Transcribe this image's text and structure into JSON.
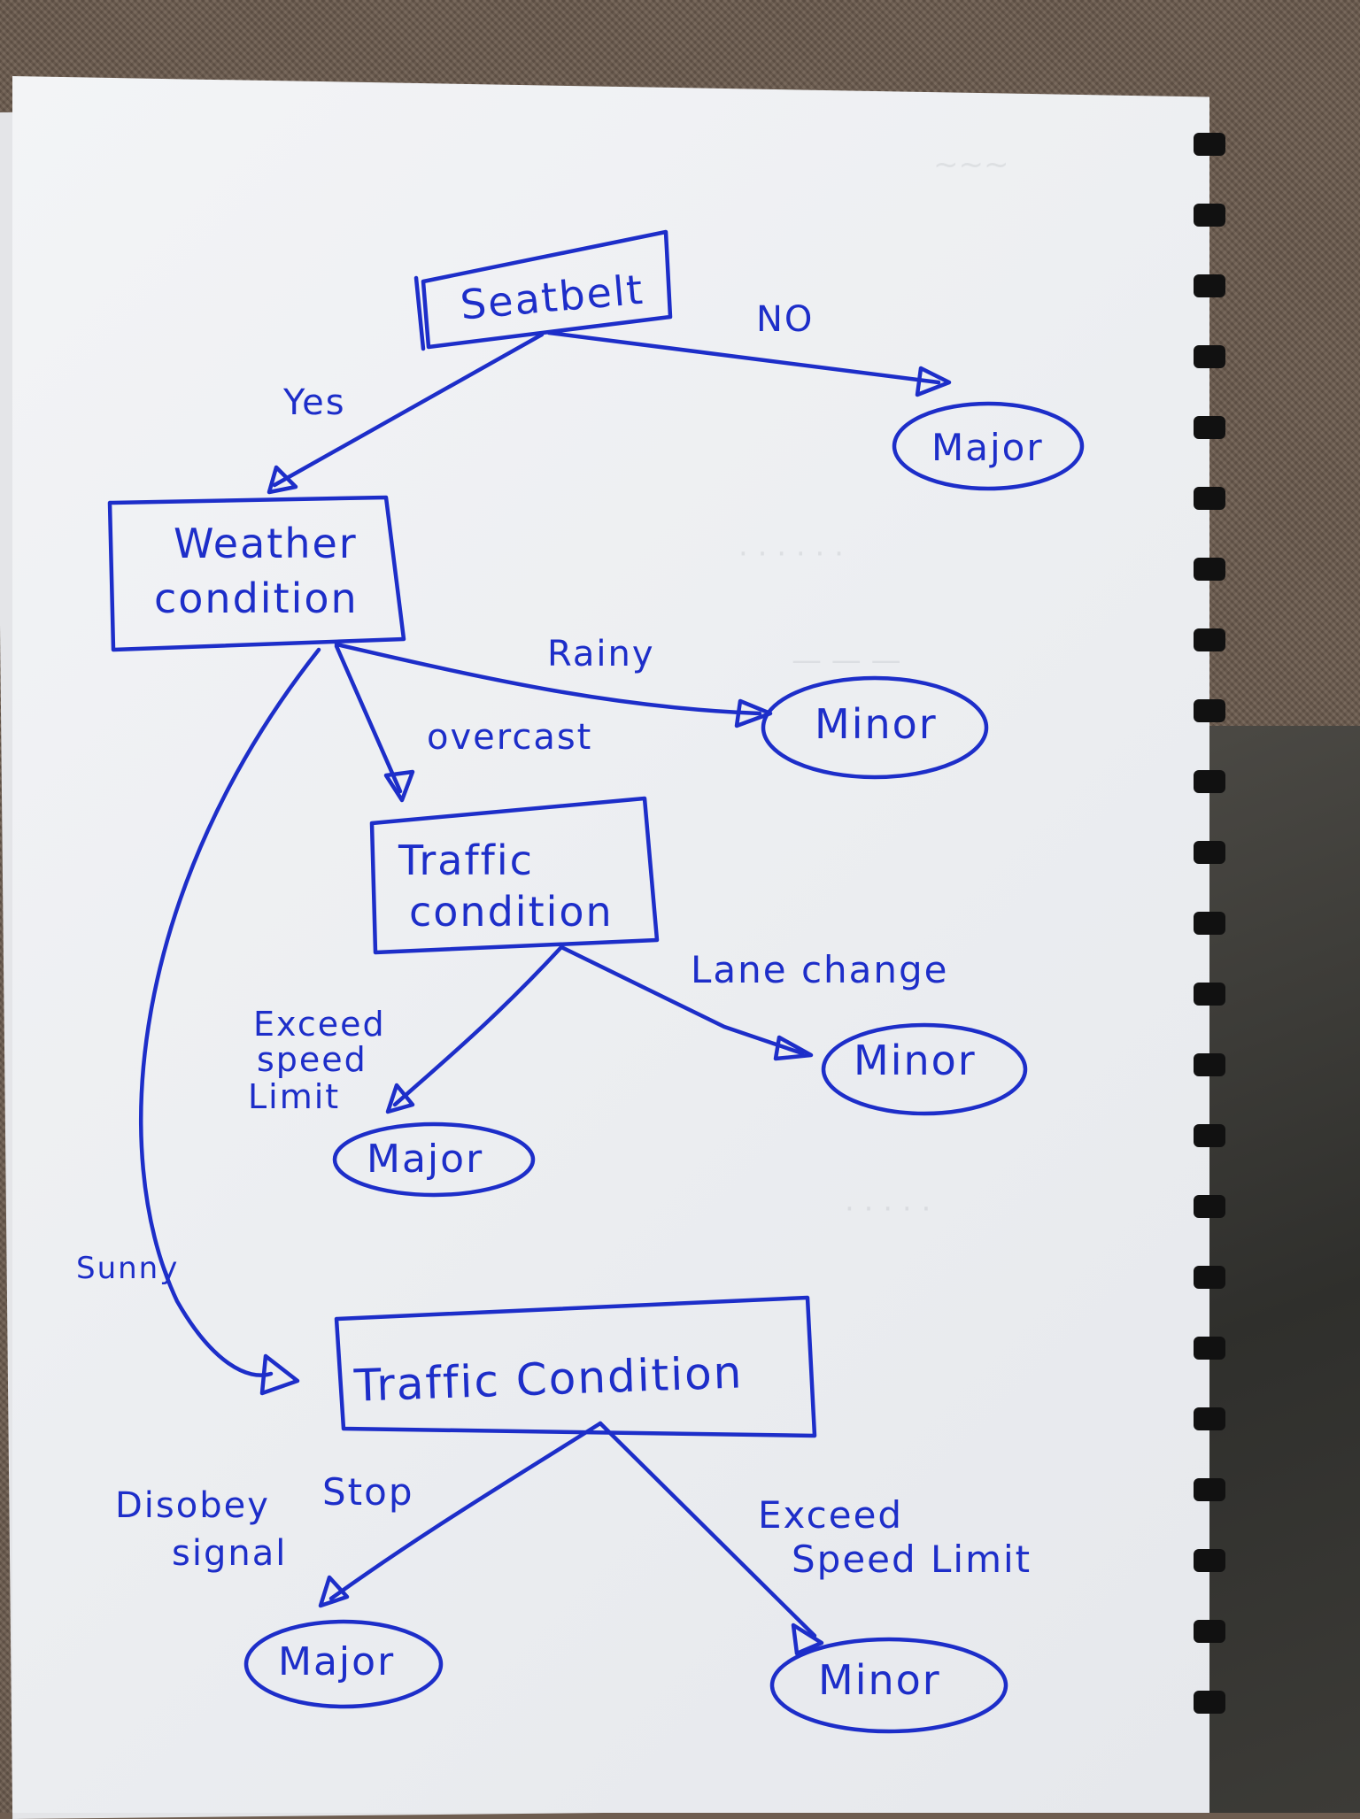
{
  "nodes": {
    "seatbelt": "Seatbelt",
    "weather": [
      "Weather",
      "condition"
    ],
    "traffic_1": [
      "Traffic",
      "condition"
    ],
    "traffic_2": "Traffic Condition",
    "major_1": "Major",
    "minor_1": "Minor",
    "major_2": "Major",
    "minor_2": "Minor",
    "major_3": "Major",
    "minor_3": "Minor"
  },
  "edges": {
    "no": "NO",
    "yes": "Yes",
    "rainy": "Rainy",
    "overcast": "overcast",
    "sunny": "Sunny",
    "lane_change": "Lane change",
    "exceed_1": [
      "Exceed",
      "speed",
      "Limit"
    ],
    "disobey": [
      "Disobey",
      "signal"
    ],
    "stop": "Stop",
    "exceed_2": [
      "Exceed",
      "Speed Limit"
    ]
  },
  "colors": {
    "ink": "#1d2ec9",
    "paper": "#eff0f3"
  }
}
